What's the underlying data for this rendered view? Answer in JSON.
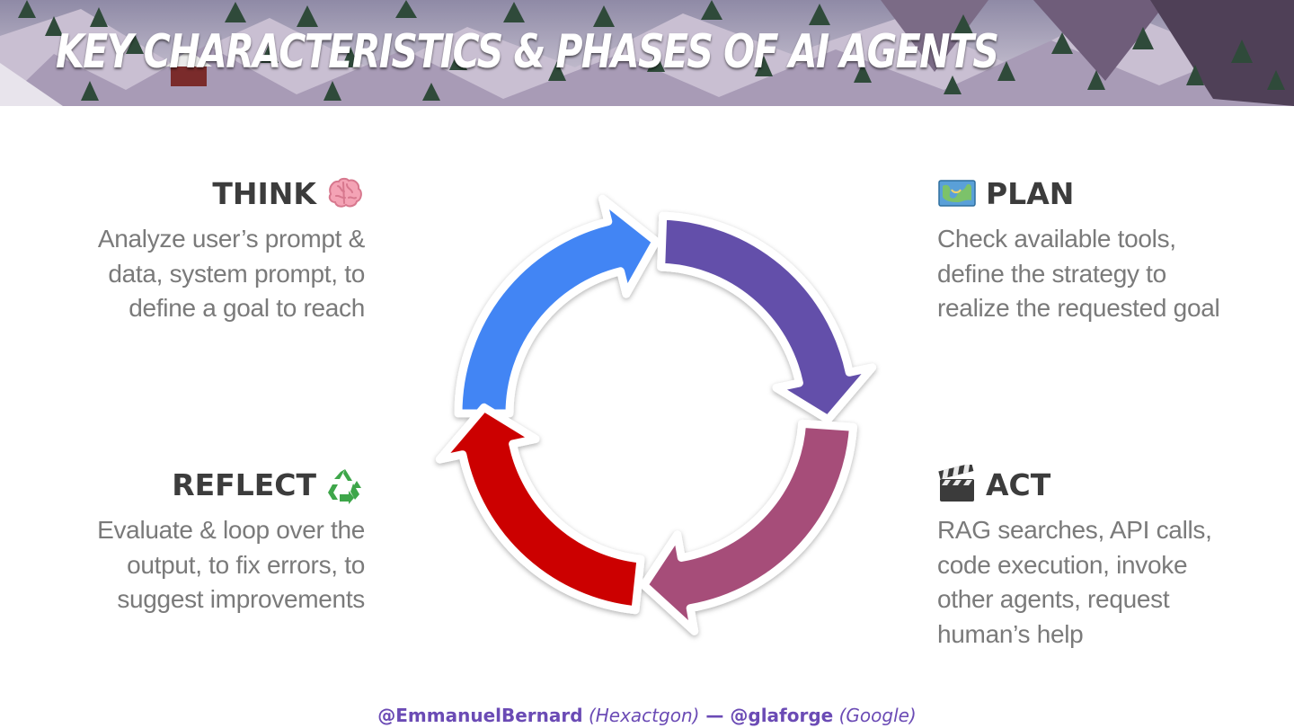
{
  "slide": {
    "title": "Key characteristics & phases of AI agents"
  },
  "phases": {
    "think": {
      "title": "THINK",
      "icon": "brain-icon",
      "description": "Analyze user’s prompt & data, system prompt, to define a goal to reach",
      "color": "#4285f4"
    },
    "plan": {
      "title": "PLAN",
      "icon": "map-icon",
      "description": "Check available tools, define the strategy to realize the requested goal",
      "color": "#6450aa"
    },
    "act": {
      "title": "ACT",
      "icon": "clapperboard-icon",
      "description": "RAG searches, API calls, code execution, invoke other agents, request human’s help",
      "color": "#a64d79"
    },
    "reflect": {
      "title": "REFLECT",
      "icon": "recycle-icon",
      "description": "Evaluate & loop over the output, to fix errors, to suggest improvements",
      "color": "#cc0000"
    }
  },
  "footer": {
    "author1": "@EmmanuelBernard",
    "org1": "(Hexactgon)",
    "separator": " — ",
    "author2": "@glaforge",
    "org2": "(Google)",
    "color": "#6b4bb5"
  }
}
